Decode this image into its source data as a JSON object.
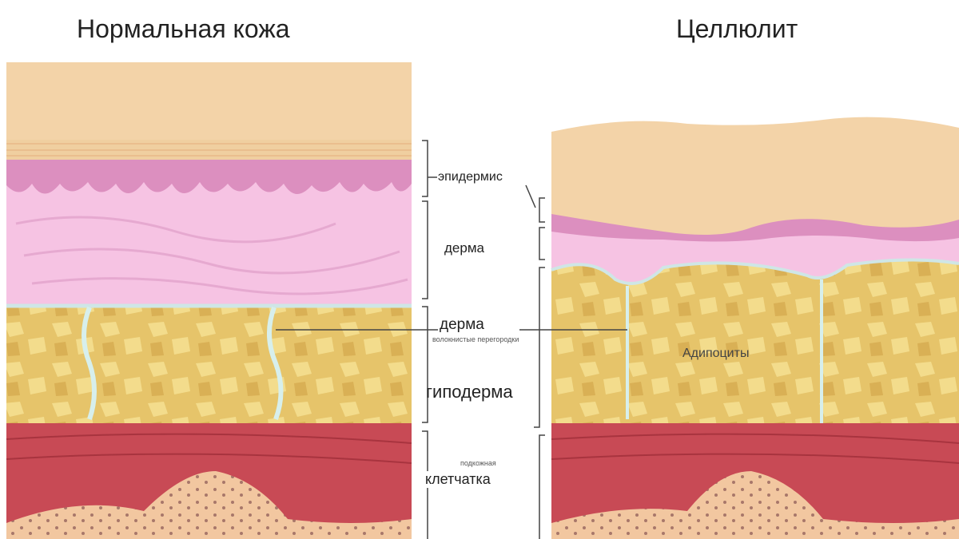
{
  "titles": {
    "normal": "Нормальная кожа",
    "cellulite": "Целлюлит"
  },
  "labels": {
    "epidermis": "эпидермис",
    "dermis": "дерма",
    "dermis2": "дерма",
    "septa": "волокнистые перегородки",
    "hypodermis": "гиподерма",
    "subcutaneous": "подкожная",
    "tissue": "клетчатка",
    "adipocytes": "Адипоциты"
  },
  "colors": {
    "skin": "#f3d3a8",
    "epidermis": "#dc8fbf",
    "dermis": "#f6c3e3",
    "fat": "#e8c66c",
    "muscle": "#c84a55",
    "bone": "#f2c7a0"
  }
}
